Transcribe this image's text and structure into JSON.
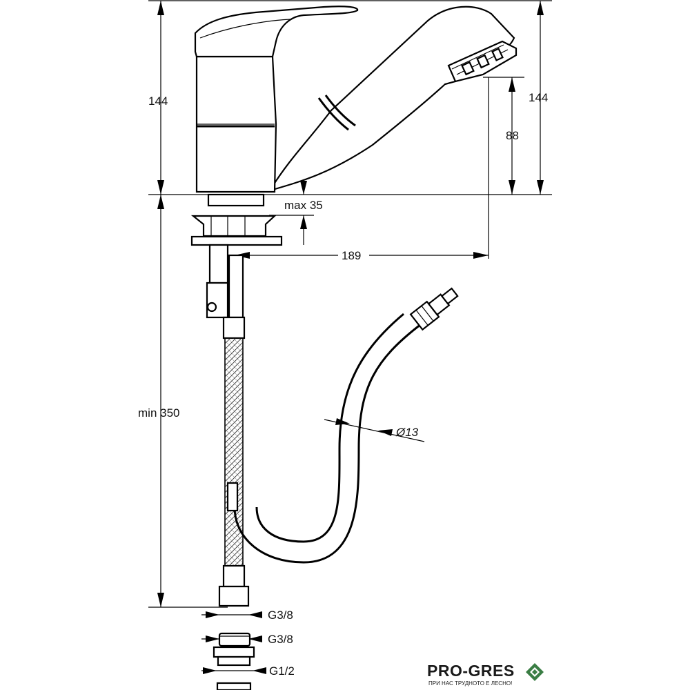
{
  "dimensions": {
    "height_left": "144",
    "height_right": "144",
    "outlet_height": "88",
    "max_thickness": "max 35",
    "reach": "189",
    "min_length": "min 350",
    "hose_diameter": "Ø13",
    "thread_hose": "G3/8",
    "thread_adapter": "G3/8",
    "thread_inlet": "G1/2"
  },
  "brand": {
    "name": "PRO-GRES",
    "tagline": "ПРИ НАС ТРУДНОТО Е ЛЕСНО!",
    "accent_color": "#3a7d44"
  }
}
